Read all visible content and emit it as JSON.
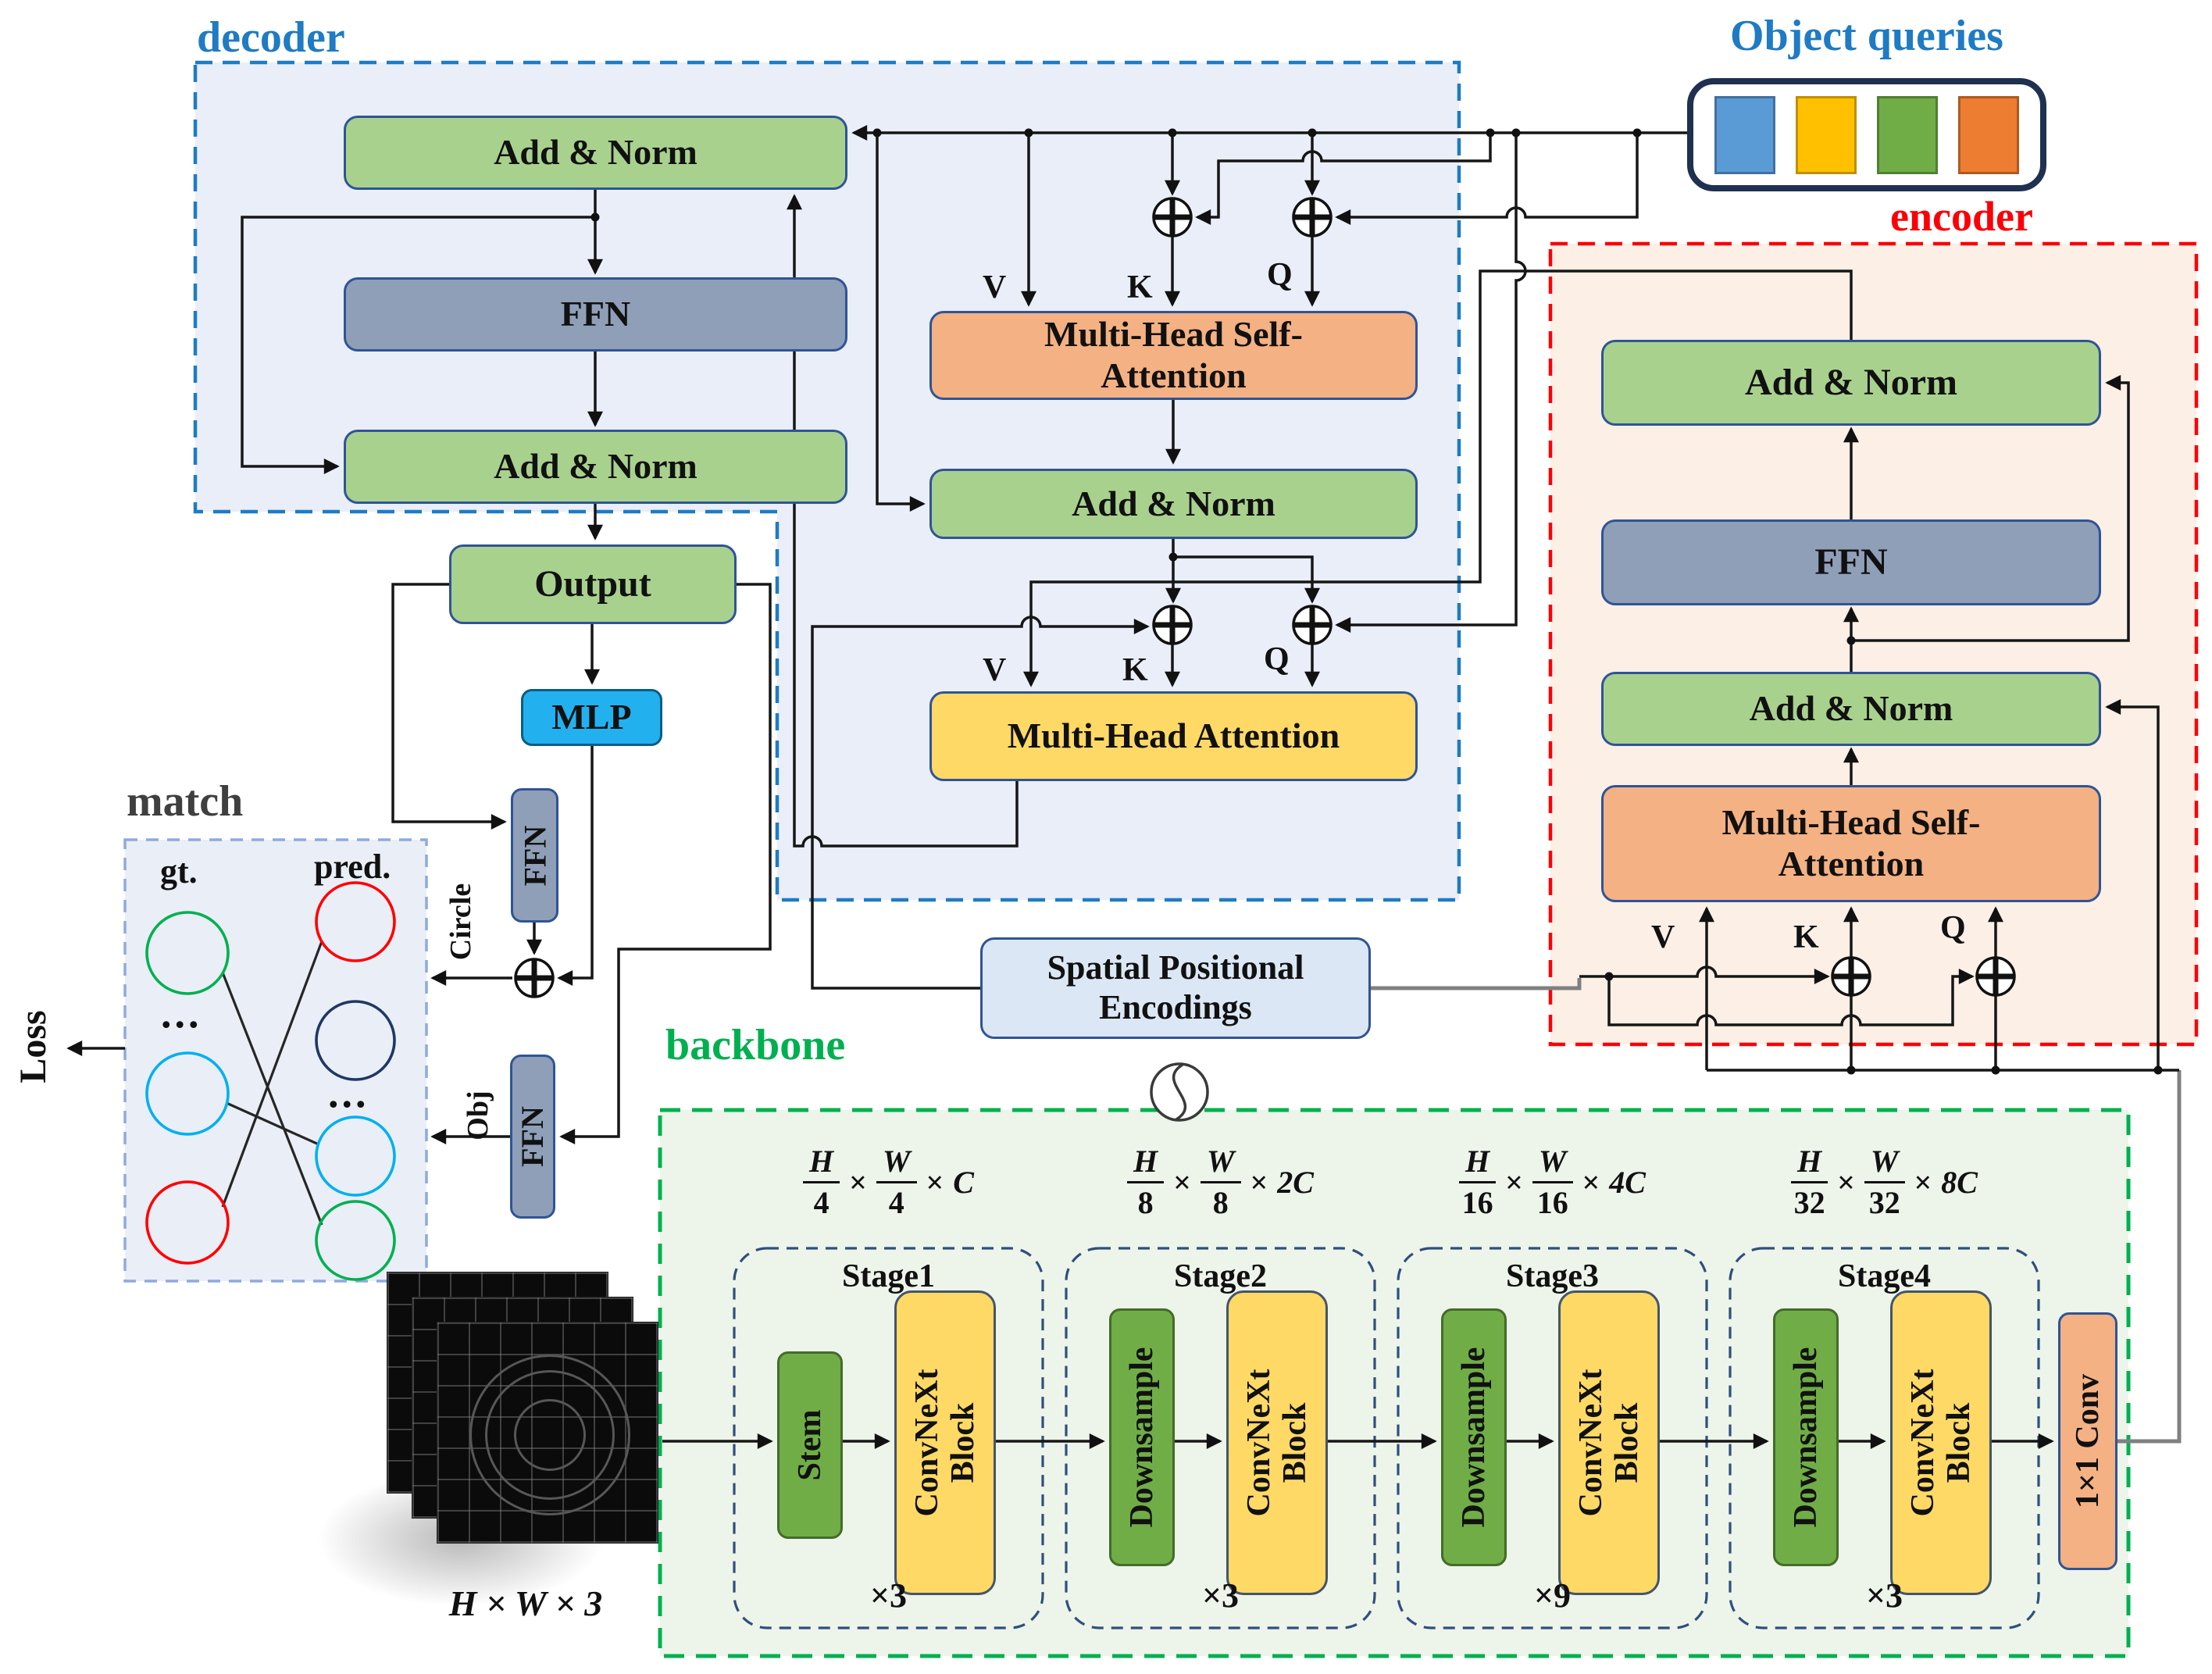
{
  "regions": {
    "decoder": {
      "label": "decoder",
      "border_color": "#1e7bc4",
      "fill": "#e9eef8"
    },
    "encoder": {
      "label": "encoder",
      "border_color": "#fb0007",
      "fill": "#fcefe6"
    },
    "backbone": {
      "label": "backbone",
      "border_color": "#00b050",
      "fill": "#edf4ea"
    },
    "match": {
      "label": "match",
      "border_color": "#8faadc",
      "fill": "#eaeef6"
    }
  },
  "object_queries": {
    "label": "Object queries",
    "square_colors": [
      "#5b9bd5",
      "#ffc000",
      "#70ad47",
      "#ed7d31"
    ]
  },
  "blocks": {
    "add_norm": "Add & Norm",
    "ffn": "FFN",
    "output": "Output",
    "mlp": "MLP",
    "mhsa1": "Multi-Head Self-",
    "mhsa2": "Attention",
    "mha": "Multi-Head Attention",
    "spe1": "Spatial Positional",
    "spe2": "Encodings",
    "conv1x1": "1×1 Conv"
  },
  "labels": {
    "v": "V",
    "k": "K",
    "q": "Q",
    "loss": "Loss",
    "circle": "Circle",
    "obj": "Obj",
    "gt": "gt.",
    "pred": "pred.",
    "dots": "...",
    "times": "×"
  },
  "match": {
    "gt_circle_colors": [
      "#00b050",
      "#00b0f0",
      "#ff0000"
    ],
    "pred_circle_colors": [
      "#ff0000",
      "#1f3864",
      "#00b0f0",
      "#00b050"
    ]
  },
  "backbone": {
    "input_label": "H × W × 3",
    "stages": [
      {
        "name": "Stage1",
        "left": "Stem",
        "right1": "ConvNeXt",
        "right2": "Block",
        "mult": "×3",
        "num1": "H",
        "den1": "4",
        "num2": "W",
        "den2": "4",
        "ch": "C"
      },
      {
        "name": "Stage2",
        "left": "Downsample",
        "right1": "ConvNeXt",
        "right2": "Block",
        "mult": "×3",
        "num1": "H",
        "den1": "8",
        "num2": "W",
        "den2": "8",
        "ch": "2C"
      },
      {
        "name": "Stage3",
        "left": "Downsample",
        "right1": "ConvNeXt",
        "right2": "Block",
        "mult": "×9",
        "num1": "H",
        "den1": "16",
        "num2": "W",
        "den2": "16",
        "ch": "4C"
      },
      {
        "name": "Stage4",
        "left": "Downsample",
        "right1": "ConvNeXt",
        "right2": "Block",
        "mult": "×3",
        "num1": "H",
        "den1": "32",
        "num2": "W",
        "den2": "32",
        "ch": "8C"
      }
    ]
  }
}
